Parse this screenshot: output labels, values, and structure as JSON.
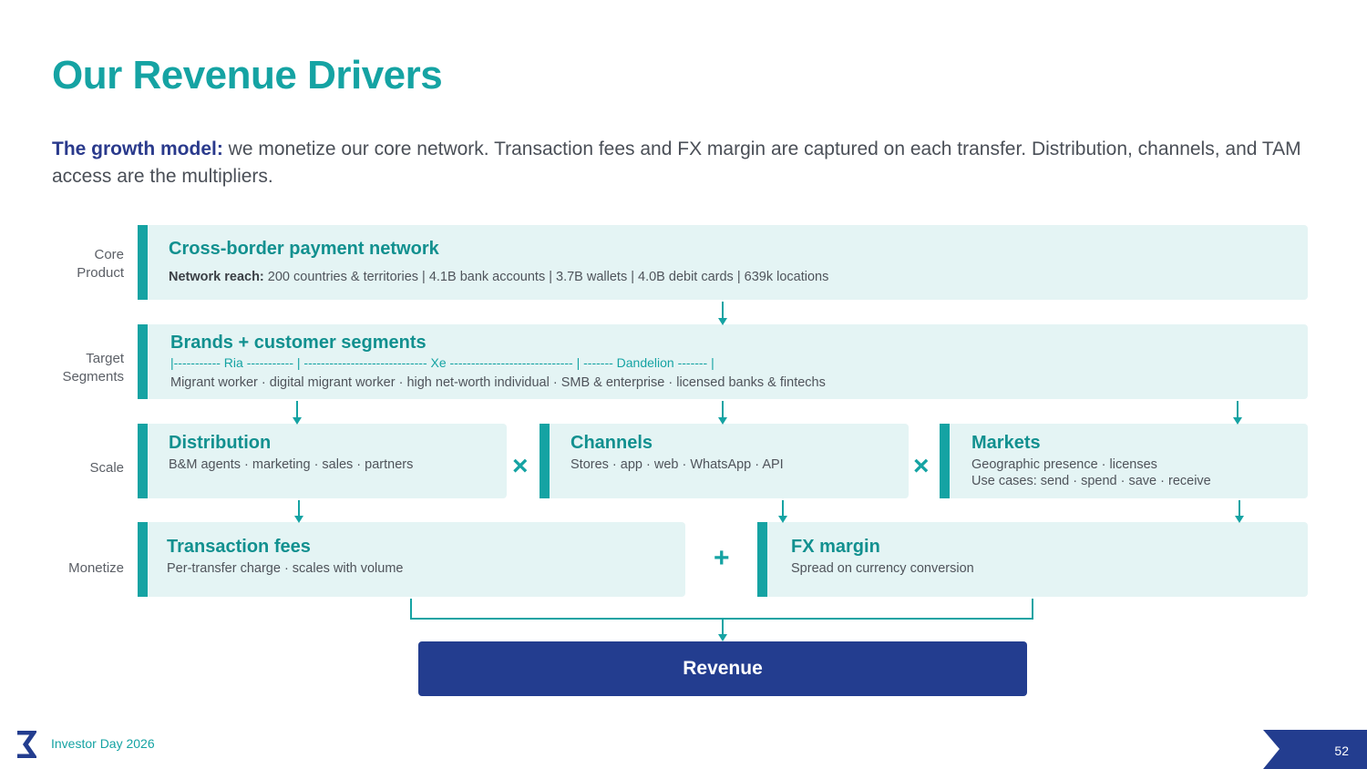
{
  "title": "Our Revenue Drivers",
  "subtitle": {
    "lead": "The growth model:",
    "text": " we monetize our core network. Transaction fees and FX margin are captured on each transfer. Distribution, channels, and TAM access are the multipliers."
  },
  "row_labels": {
    "core": [
      "Core",
      "Product"
    ],
    "target": [
      "Target",
      "Segments"
    ],
    "scale": "Scale",
    "monetize": "Monetize"
  },
  "core": {
    "title": "Cross-border payment network",
    "reach_label": "Network reach:",
    "reach_text": " 200 countries & territories  |  4.1B bank accounts  |  3.7B wallets  |  4.0B debit cards  |  639k locations"
  },
  "segments": {
    "title": "Brands + customer  segments",
    "brands_line": "|----------- Ria ----------- |  ----------------------------- Xe -----------------------------   |   ------- Dandelion ------- |",
    "segments_line": "Migrant worker · digital migrant worker  ·  high net-worth individual · SMB & enterprise  ·  licensed banks & fintechs"
  },
  "scale": {
    "distribution": {
      "title": "Distribution",
      "text": "B&M agents · marketing · sales · partners"
    },
    "channels": {
      "title": "Channels",
      "text": "Stores · app · web · WhatsApp · API"
    },
    "markets": {
      "title": "Markets",
      "text1": "Geographic presence · licenses",
      "text2": "Use cases: send · spend · save · receive"
    },
    "op1": "×",
    "op2": "×"
  },
  "monetize": {
    "fees": {
      "title": "Transaction fees",
      "text": "Per-transfer charge · scales with volume"
    },
    "fx": {
      "title": "FX margin",
      "text": "Spread on currency conversion"
    },
    "op": "+"
  },
  "revenue": "Revenue",
  "footer": {
    "text": "Investor Day 2026",
    "page": "52"
  },
  "colors": {
    "accent": "#15a3a3",
    "navy": "#233d8f",
    "box_fill": "#e4f4f4"
  }
}
